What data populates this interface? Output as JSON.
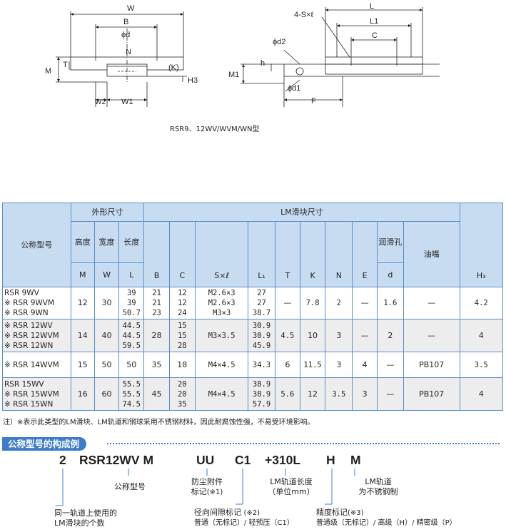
{
  "diagram": {
    "left_labels": {
      "W": "W",
      "B": "B",
      "d": "ϕd",
      "N": "N",
      "M": "M",
      "T": "T",
      "K": "(K)",
      "H3": "H3",
      "W2": "W2",
      "W1": "W1"
    },
    "right_labels": {
      "S": "4-S×ℓ",
      "L": "L",
      "L1": "L1",
      "C": "C",
      "d2": "ϕd2",
      "h": "h",
      "M1": "M1",
      "d1": "ϕd1",
      "F": "F"
    },
    "caption": "RSR9、12WV/WVM/WN型"
  },
  "table": {
    "h_model": "公称型号",
    "h_outer": "外形尺寸",
    "h_block": "LM滑块尺寸",
    "h_height": "高度",
    "h_width": "宽度",
    "h_length": "长度",
    "h_lube": "润滑孔",
    "h_nipple": "油嘴",
    "sym": {
      "M": "M",
      "W": "W",
      "L": "L",
      "B": "B",
      "C": "C",
      "Sl": "S×ℓ",
      "L1": "L₁",
      "T": "T",
      "K": "K",
      "N": "N",
      "E": "E",
      "d": "d",
      "H3": "H₃"
    },
    "rows": [
      {
        "models": [
          "RSR  9WV",
          "※ RSR  9WVM",
          "※ RSR  9WN"
        ],
        "M": "12",
        "W": "30",
        "L": [
          "39",
          "39",
          "50.7"
        ],
        "B": [
          "21",
          "21",
          "23"
        ],
        "C": [
          "12",
          "12",
          "24"
        ],
        "S": [
          "M2.6×3",
          "M2.6×3",
          "M3×3"
        ],
        "L1": [
          "27",
          "27",
          "38.7"
        ],
        "T": "—",
        "K": "7.8",
        "N": "2",
        "E": "—",
        "d": "1.6",
        "nipple": "—",
        "H3": "4.2"
      },
      {
        "models": [
          "※ RSR  12WV",
          "※ RSR  12WVM",
          "※ RSR  12WN"
        ],
        "M": "14",
        "W": "40",
        "L": [
          "44.5",
          "44.5",
          "59.5"
        ],
        "B": "28",
        "C": [
          "15",
          "15",
          "28"
        ],
        "S": "M3×3.5",
        "L1": [
          "30.9",
          "30.9",
          "45.9"
        ],
        "T": "4.5",
        "K": "10",
        "N": "3",
        "E": "—",
        "d": "2",
        "nipple": "—",
        "H3": "4"
      },
      {
        "models": [
          "※ RSR  14WVM"
        ],
        "M": "15",
        "W": "50",
        "L": "50",
        "B": "35",
        "C": "18",
        "S": "M4×4.5",
        "L1": "34.3",
        "T": "6",
        "K": "11.5",
        "N": "3",
        "E": "4",
        "d": "—",
        "nipple": "PB107",
        "H3": "3.5"
      },
      {
        "models": [
          "RSR  15WV",
          "※ RSR  15WVM",
          "※ RSR  15WN"
        ],
        "M": "16",
        "W": "60",
        "L": [
          "55.5",
          "55.5",
          "74.5"
        ],
        "B": "45",
        "C": [
          "20",
          "20",
          "35"
        ],
        "S": "M4×4.5",
        "L1": [
          "38.9",
          "38.9",
          "57.9"
        ],
        "T": "5.6",
        "K": "12",
        "N": "3.5",
        "E": "3",
        "d": "—",
        "nipple": "PB107",
        "H3": "4"
      }
    ]
  },
  "note": "注）※表示此类型的LM滑块、LM轨道和钢球采用不锈钢材料，因此耐腐蚀性强，不易受环境影响。",
  "example": {
    "title": "公称型号的构成例",
    "codes": {
      "qty": "2",
      "model": "RSR12WV M",
      "seal": "UU",
      "clear": "C1",
      "len": "+310L",
      "acc": "H",
      "mat": "M"
    },
    "labels": {
      "model": "公称型号",
      "seal_a": "防尘附件",
      "seal_b": "标记",
      "len_a": "LM轨道长度",
      "len_b": "（单位mm）",
      "mat_a": "LM轨道",
      "mat_b": "为不锈钢制",
      "qty_a": "同一轨道上使用的",
      "qty_b": "LM滑块的个数",
      "clear_a": "径向间隙标记",
      "clear_b": "普通（无标记）/ 轻预压（C1）",
      "acc_a": "精度标记",
      "acc_b": "普通级（无标记）/ 高级（H）/ 精密级（P）",
      "n1": "(※1)",
      "n2": "(※2)",
      "n3": "(※3)"
    }
  }
}
